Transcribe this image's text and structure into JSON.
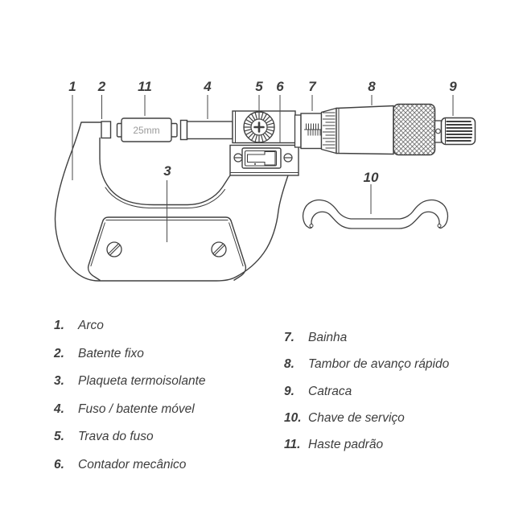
{
  "diagram": {
    "callouts": {
      "n1": "1",
      "n2": "2",
      "n3": "3",
      "n4": "4",
      "n5": "5",
      "n6": "6",
      "n7": "7",
      "n8": "8",
      "n9": "9",
      "n10": "10",
      "n11": "11"
    },
    "rod_label": "25mm"
  },
  "legend": {
    "left": [
      {
        "num": "1.",
        "label": "Arco"
      },
      {
        "num": "2.",
        "label": "Batente fixo"
      },
      {
        "num": "3.",
        "label": "Plaqueta termoisolante"
      },
      {
        "num": "4.",
        "label": "Fuso / batente móvel"
      },
      {
        "num": "5.",
        "label": "Trava do fuso"
      },
      {
        "num": "6.",
        "label": "Contador mecânico"
      }
    ],
    "right": [
      {
        "num": "7.",
        "label": "Bainha"
      },
      {
        "num": "8.",
        "label": "Tambor de avanço rápido"
      },
      {
        "num": "9.",
        "label": "Catraca"
      },
      {
        "num": "10.",
        "label": "Chave de serviço"
      },
      {
        "num": "11.",
        "label": "Haste padrão"
      }
    ]
  },
  "colors": {
    "line": "#404040",
    "text": "#3d3d3d",
    "muted_text": "#9b9b9b",
    "background": "#ffffff"
  }
}
